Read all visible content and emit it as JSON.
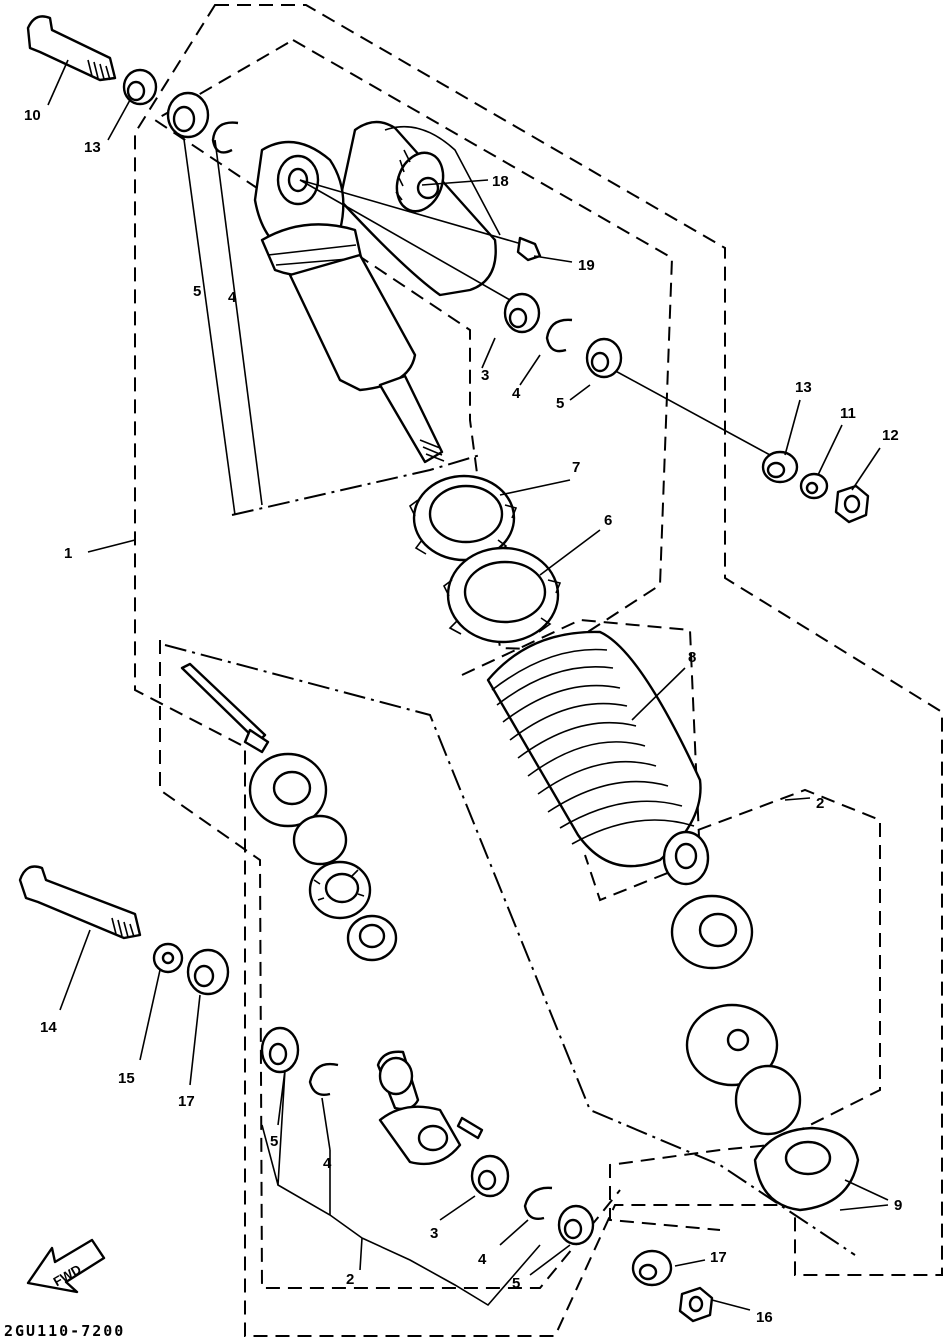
{
  "diagram": {
    "drawing_code": "2GU110-7200",
    "fwd_label": "FWD",
    "callouts": [
      {
        "id": "c1",
        "text": "1"
      },
      {
        "id": "c2a",
        "text": "2"
      },
      {
        "id": "c2b",
        "text": "2"
      },
      {
        "id": "c3a",
        "text": "3"
      },
      {
        "id": "c3b",
        "text": "3"
      },
      {
        "id": "c4a",
        "text": "4"
      },
      {
        "id": "c4b",
        "text": "4"
      },
      {
        "id": "c4c",
        "text": "4"
      },
      {
        "id": "c4d",
        "text": "4"
      },
      {
        "id": "c5a",
        "text": "5"
      },
      {
        "id": "c5b",
        "text": "5"
      },
      {
        "id": "c5c",
        "text": "5"
      },
      {
        "id": "c5d",
        "text": "5"
      },
      {
        "id": "c6",
        "text": "6"
      },
      {
        "id": "c7",
        "text": "7"
      },
      {
        "id": "c8",
        "text": "8"
      },
      {
        "id": "c9",
        "text": "9"
      },
      {
        "id": "c10",
        "text": "10"
      },
      {
        "id": "c11",
        "text": "11"
      },
      {
        "id": "c12",
        "text": "12"
      },
      {
        "id": "c13a",
        "text": "13"
      },
      {
        "id": "c13b",
        "text": "13"
      },
      {
        "id": "c14",
        "text": "14"
      },
      {
        "id": "c15",
        "text": "15"
      },
      {
        "id": "c16",
        "text": "16"
      },
      {
        "id": "c17a",
        "text": "17"
      },
      {
        "id": "c17b",
        "text": "17"
      },
      {
        "id": "c18",
        "text": "18"
      },
      {
        "id": "c19",
        "text": "19"
      }
    ]
  }
}
